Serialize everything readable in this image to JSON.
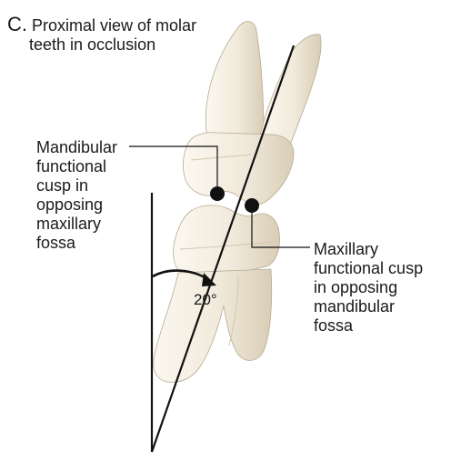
{
  "figure": {
    "panel_letter": "C.",
    "caption_line1": "Proximal view of molar",
    "caption_line2": "teeth in occlusion",
    "mandibular_label": [
      "Mandibular",
      "functional",
      "cusp in",
      "opposing",
      "maxillary",
      "fossa"
    ],
    "maxillary_label": [
      "Maxillary",
      "functional cusp",
      "in opposing",
      "mandibular",
      "fossa"
    ],
    "angle_label": "20°"
  },
  "colors": {
    "tooth_fill": "#f3ede0",
    "tooth_shadow": "#ddd2bd",
    "outline": "#111111"
  }
}
